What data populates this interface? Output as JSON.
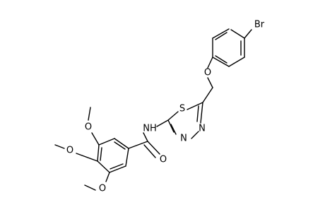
{
  "molecule": {
    "atoms": {
      "br": "Br",
      "o_ether": "O",
      "s_ring": "S",
      "n_ring_a": "N",
      "n_ring_b": "N",
      "nh": "NH",
      "o_carbonyl": "O",
      "o_meo_top": "O",
      "o_meo_mid": "O",
      "o_meo_bot": "O"
    },
    "colors": {
      "bond": "#000000",
      "text": "#000000",
      "background": "#ffffff"
    }
  }
}
